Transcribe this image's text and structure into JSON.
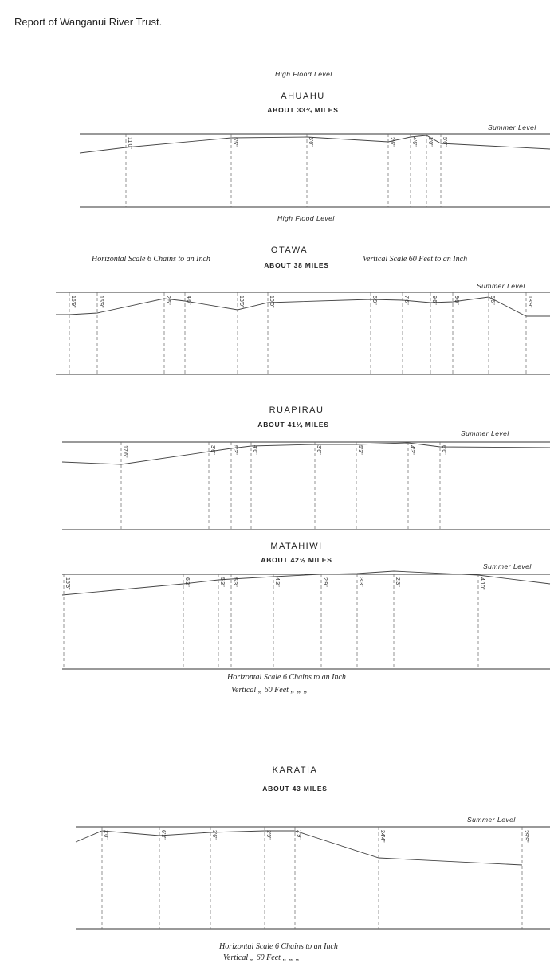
{
  "header": "Report of Wanganui River Trust.",
  "scales": {
    "horizontal": "Horizontal Scale 6 Chains to an Inch",
    "vertical": "Vertical Scale 60 Feet to an Inch",
    "caption_h": "Horizontal Scale 6 Chains to an Inch",
    "caption_v": "Vertical   „   60 Feet „ „ „"
  },
  "levels": {
    "high_flood": "High Flood Level",
    "summer": "Summer Level"
  },
  "sections": [
    {
      "name": "AHUAHU",
      "distance": "ABOUT 33¾ MILES",
      "depths": [
        "11'0\"",
        "5'5\"",
        "3'6\"",
        "2'6\"",
        "4'6\"",
        "3'0\"",
        "5'6\""
      ]
    },
    {
      "name": "OTAWA",
      "distance": "ABOUT 38 MILES",
      "depths": [
        "16'9\"",
        "15'9\"",
        "2'5\"",
        "4'6\"",
        "13'9\"",
        "10'0\"",
        "6'9\"",
        "7'6\"",
        "9'6\"",
        "9'6\"",
        "6'6\"",
        "18'9\""
      ]
    },
    {
      "name": "RUAPIRAU",
      "distance": "ABOUT 41¼ MILES",
      "depths": [
        "17'6\"",
        "3'6\"",
        "5'3\"",
        "4'6\"",
        "3'6\"",
        "5'3\"",
        "4'3\"",
        "6'6\""
      ]
    },
    {
      "name": "MATAHIWI",
      "distance": "ABOUT 42½ MILES",
      "depths": [
        "15'3\"",
        "6'3\"",
        "5'3\"",
        "5'3\"",
        "4'3\"",
        "2'9\"",
        "3'3\"",
        "2'3\"",
        "4'10\""
      ]
    },
    {
      "name": "KARATIA",
      "distance": "ABOUT 43 MILES",
      "depths": [
        "2'0\"",
        "6'3\"",
        "3'6\"",
        "2'9\"",
        "2'9\"",
        "24'4\"",
        "29'9\""
      ]
    }
  ]
}
